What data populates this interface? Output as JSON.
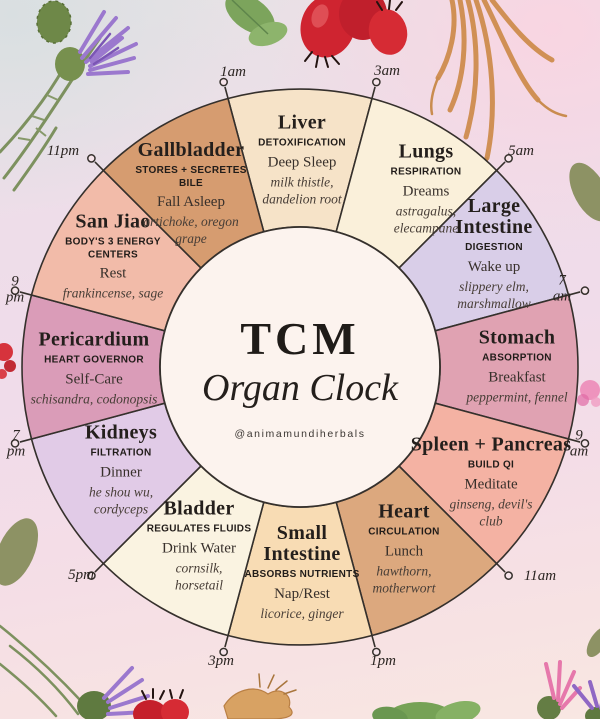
{
  "center": {
    "title": "TCM",
    "subtitle": "Organ Clock",
    "handle": "@animamundiherbals"
  },
  "wheel": {
    "stroke_color": "#35302c",
    "center_fill": "#fcf3ee",
    "tick_fill": "#f6e4ea",
    "segments": [
      {
        "name": "Liver",
        "function": "DETOXIFICATION",
        "activity": "Deep Sleep",
        "herbs": "milk thistle, dandelion root",
        "color": "#f6e3c8"
      },
      {
        "name": "Lungs",
        "function": "RESPIRATION",
        "activity": "Dreams",
        "herbs": "astragalus, elecampane",
        "color": "#faf0da"
      },
      {
        "name": "Large Intestine",
        "function": "DIGESTION",
        "activity": "Wake up",
        "herbs": "slippery elm, marshmallow",
        "color": "#d9cee8"
      },
      {
        "name": "Stomach",
        "function": "ABSORPTION",
        "activity": "Breakfast",
        "herbs": "peppermint, fennel",
        "color": "#e0a2b2"
      },
      {
        "name": "Spleen + Pancreas",
        "function": "BUILD QI",
        "activity": "Meditate",
        "herbs": "ginseng, devil's club",
        "color": "#f4b2a3"
      },
      {
        "name": "Heart",
        "function": "CIRCULATION",
        "activity": "Lunch",
        "herbs": "hawthorn, motherwort",
        "color": "#dca87e"
      },
      {
        "name": "Small Intestine",
        "function": "ABSORBS NUTRIENTS",
        "activity": "Nap/Rest",
        "herbs": "licorice, ginger",
        "color": "#f8dcb4"
      },
      {
        "name": "Bladder",
        "function": "REGULATES FLUIDS",
        "activity": "Drink Water",
        "herbs": "cornsilk, horsetail",
        "color": "#faf3e1"
      },
      {
        "name": "Kidneys",
        "function": "FILTRATION",
        "activity": "Dinner",
        "herbs": "he shou wu, cordyceps",
        "color": "#e1cbe7"
      },
      {
        "name": "Pericardium",
        "function": "HEART GOVERNOR",
        "activity": "Self-Care",
        "herbs": "schisandra, codonopsis",
        "color": "#da9cb8"
      },
      {
        "name": "San Jiao",
        "function": "BODY'S 3 ENERGY CENTERS",
        "activity": "Rest",
        "herbs": "frankincense, sage",
        "color": "#f2bba9"
      },
      {
        "name": "Gallbladder",
        "function": "STORES + SECRETES BILE",
        "activity": "Fall Asleep",
        "herbs": "artichoke, oregon grape",
        "color": "#d69c70"
      }
    ],
    "times": [
      {
        "label": "1am"
      },
      {
        "label": "3am"
      },
      {
        "label": "5am"
      },
      {
        "label": "7 am"
      },
      {
        "label": "9 am"
      },
      {
        "label": "11am"
      },
      {
        "label": "1pm"
      },
      {
        "label": "3pm"
      },
      {
        "label": "5pm"
      },
      {
        "label": "7 pm"
      },
      {
        "label": "9 pm"
      },
      {
        "label": "11pm"
      }
    ]
  },
  "decorations": [
    "thistle-flower",
    "green-leaves",
    "rosehip-berries",
    "ginseng-root",
    "ginger-root",
    "pink-thistle"
  ]
}
